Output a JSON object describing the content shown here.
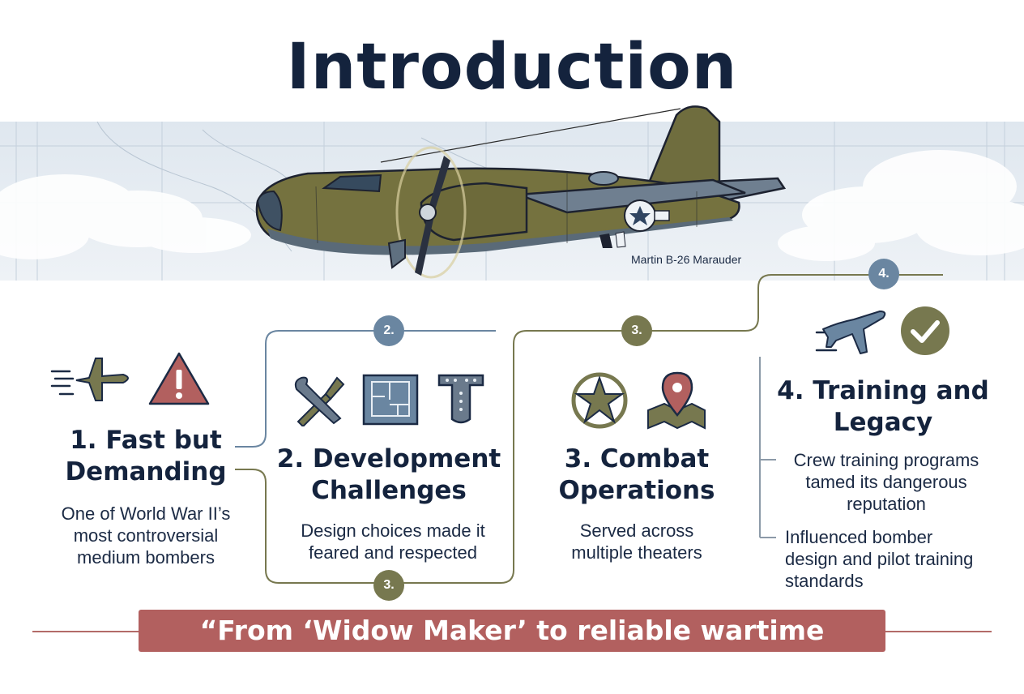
{
  "title": "Introduction",
  "hero": {
    "caption": "Martin B-26 Marauder"
  },
  "steps": [
    {
      "badge": "",
      "title_line1": "1. Fast but",
      "title_line2": "Demanding",
      "desc_lines": [
        "One of World War II’s",
        "most controversial",
        "medium bombers"
      ],
      "icons": [
        "jet-plane-icon",
        "warning-icon"
      ]
    },
    {
      "badge": "2.",
      "title_line1": "2. Development",
      "title_line2": "Challenges",
      "desc_lines": [
        "Design choices made it",
        "feared and respected"
      ],
      "icons": [
        "tools-icon",
        "blueprint-icon",
        "wing-spar-icon"
      ]
    },
    {
      "badge": "3.",
      "title_line1": "3. Combat",
      "title_line2": "Operations",
      "desc_lines": [
        "Served across",
        "multiple theaters"
      ],
      "icons": [
        "military-star-icon",
        "map-pin-icon"
      ]
    },
    {
      "badge": "4.",
      "title_line1": "4. Training and",
      "title_line2": "Legacy",
      "bullets": [
        [
          "Crew training programs",
          "tamed its dangerous",
          "reputation"
        ],
        [
          "Influenced bomber",
          "design and pilot training",
          "standards"
        ]
      ],
      "icons": [
        "airplane-icon",
        "checkmark-icon"
      ]
    }
  ],
  "extra_badge": "3.",
  "quote": "“From ‘Widow Maker’ to reliable wartime performer”",
  "colors": {
    "navy": "#14233d",
    "olive": "#77784f",
    "steel_blue": "#6a86a1",
    "brick_red": "#b2605f"
  }
}
